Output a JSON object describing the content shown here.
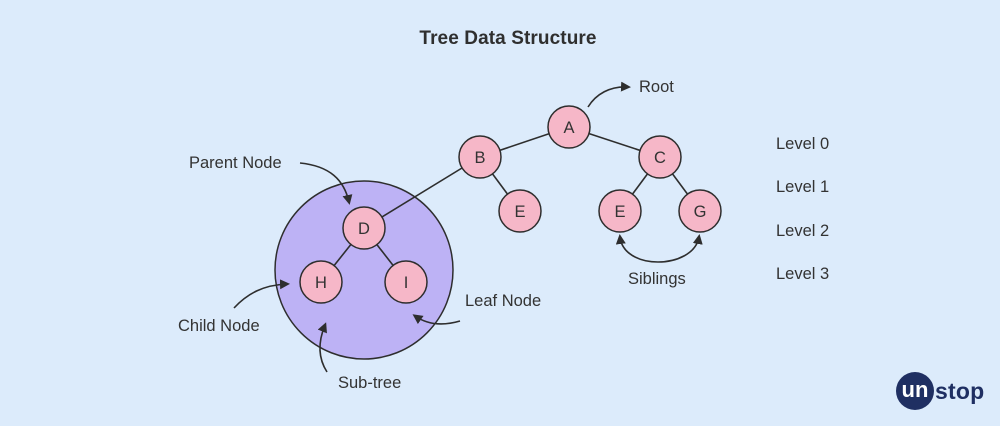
{
  "title": "Tree Data Structure",
  "colors": {
    "background": "#dcebfb",
    "node_fill": "#f6b7c8",
    "node_stroke": "#2e2e2e",
    "subtree_fill": "#bdb2f5",
    "edge": "#2e2e2e",
    "text": "#333333",
    "brand": "#1f2f62"
  },
  "nodes": [
    {
      "id": "A",
      "label": "A"
    },
    {
      "id": "B",
      "label": "B"
    },
    {
      "id": "C",
      "label": "C"
    },
    {
      "id": "D",
      "label": "D"
    },
    {
      "id": "E1",
      "label": "E"
    },
    {
      "id": "E2",
      "label": "E"
    },
    {
      "id": "G",
      "label": "G"
    },
    {
      "id": "H",
      "label": "H"
    },
    {
      "id": "I",
      "label": "I"
    }
  ],
  "edges": [
    [
      "A",
      "B"
    ],
    [
      "A",
      "C"
    ],
    [
      "B",
      "D"
    ],
    [
      "B",
      "E1"
    ],
    [
      "C",
      "E2"
    ],
    [
      "C",
      "G"
    ],
    [
      "D",
      "H"
    ],
    [
      "D",
      "I"
    ]
  ],
  "annotations": {
    "root": "Root",
    "parent_node": "Parent Node",
    "child_node": "Child Node",
    "leaf_node": "Leaf Node",
    "sub_tree": "Sub-tree",
    "siblings": "Siblings"
  },
  "levels": [
    "Level 0",
    "Level 1",
    "Level 2",
    "Level 3"
  ],
  "brand": {
    "circle_text": "un",
    "rest_text": "stop"
  }
}
